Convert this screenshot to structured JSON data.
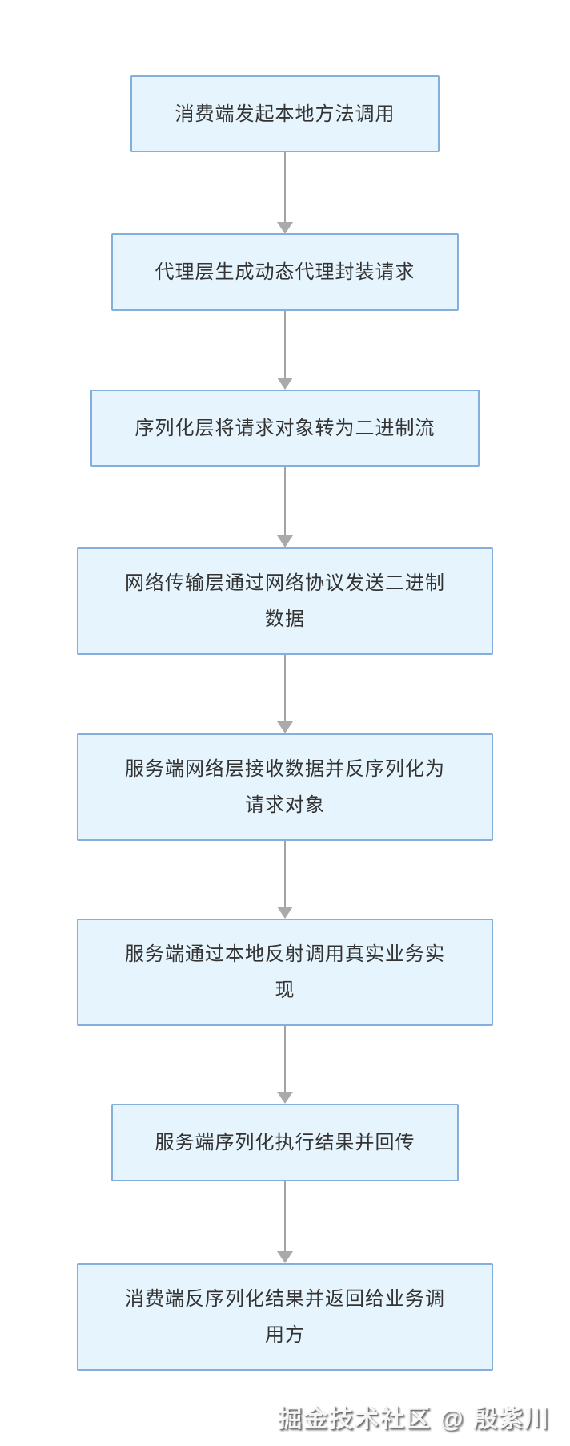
{
  "flowchart": {
    "title_hint": "RPC call flow",
    "steps": [
      {
        "label": "消费端发起本地方法调用"
      },
      {
        "label": "代理层生成动态代理封装请求"
      },
      {
        "label": "序列化层将请求对象转为二进制流"
      },
      {
        "label": "网络传输层通过网络协议发送二进制\n数据"
      },
      {
        "label": "服务端网络层接收数据并反序列化为\n请求对象"
      },
      {
        "label": "服务端通过本地反射调用真实业务实\n现"
      },
      {
        "label": "服务端序列化执行结果并回传"
      },
      {
        "label": "消费端反序列化结果并返回给业务调\n用方"
      }
    ],
    "colors": {
      "page_bg": "#ffffff",
      "box_fill": "#e6f4fd",
      "box_border": "#84aedb",
      "box_text": "#333333",
      "arrow_color": "#a3a3a3"
    }
  },
  "watermark": {
    "text": "掘金技术社区 @ 殷紫川"
  }
}
